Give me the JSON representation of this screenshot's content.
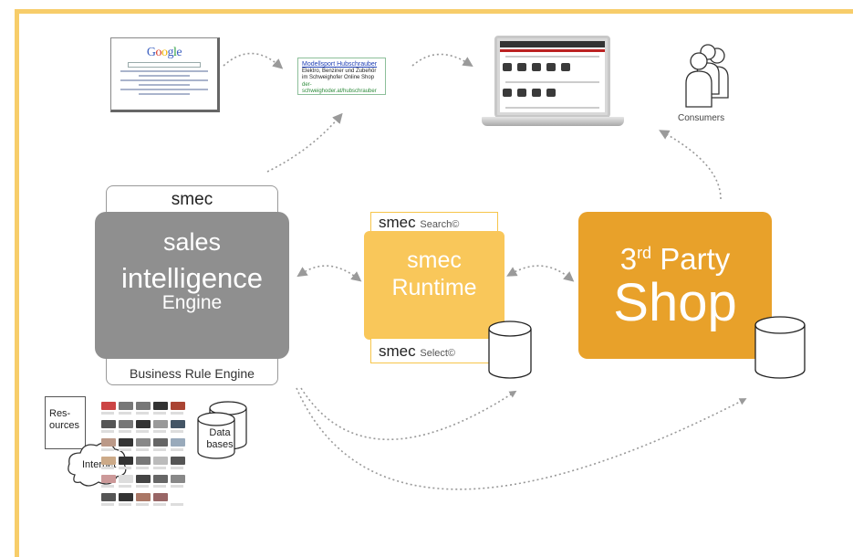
{
  "google": {
    "logo": "Google"
  },
  "ad": {
    "title": "Modellsport Hubschrauber",
    "line1": "Elektro, Benziner und Zubehör",
    "line2": "im Schweighofer Online Shop",
    "url": "der-schweighoder.at/hubschrauber"
  },
  "consumers": {
    "label": "Consumers"
  },
  "sales_engine": {
    "top_tab": "smec",
    "line1": "sales",
    "line2": "intelligence",
    "line3": "Engine",
    "bottom_tab": "Business Rule Engine"
  },
  "runtime": {
    "search_brand": "smec",
    "search_suffix": "Search©",
    "line1": "smec",
    "line2": "Runtime",
    "select_brand": "smec",
    "select_suffix": "Select©"
  },
  "shop": {
    "line1_prefix": "3",
    "line1_sup": "rd",
    "line1_suffix": " Party",
    "line2": "Shop"
  },
  "resources": {
    "doc_label_1": "Res-",
    "doc_label_2": "ources",
    "internet": "Internet",
    "databases_1": "Data",
    "databases_2": "bases"
  },
  "colors": {
    "frame": "#f7cd6a",
    "sales_engine": "#8f8f8f",
    "runtime": "#f9c75a",
    "shop": "#e8a12a",
    "arrow": "#999999"
  }
}
